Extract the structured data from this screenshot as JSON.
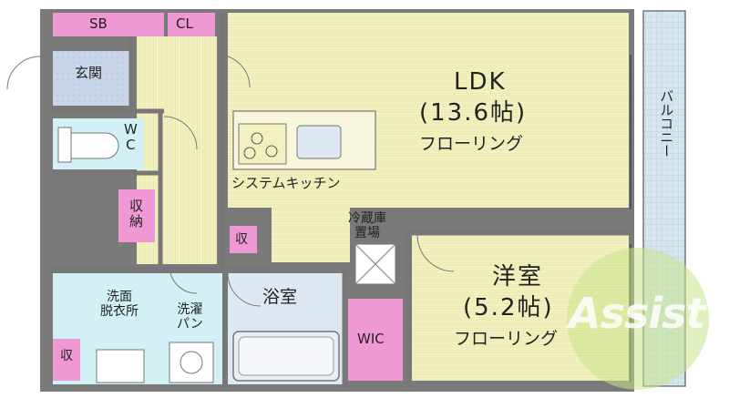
{
  "floorplan": {
    "rooms": {
      "ldk": {
        "name": "LDK",
        "size": "(13.6帖)",
        "floor": "フローリング"
      },
      "western": {
        "name": "洋室",
        "size": "(5.2帖)",
        "floor": "フローリング"
      },
      "bath": {
        "name": "浴室"
      },
      "washroom": {
        "name": "洗面\n脱衣所"
      },
      "toilet": {
        "name": "W\nC"
      },
      "entrance": {
        "name": "玄関"
      },
      "balcony": {
        "name": "バルコニー"
      }
    },
    "storage": {
      "sb": "SB",
      "cl": "CL",
      "hall_closet": "収\n納",
      "closet_small_1": "収",
      "closet_small_2": "収",
      "wic": "WIC"
    },
    "fixtures": {
      "kitchen": "システムキッチン",
      "fridge": "冷蔵庫\n置場",
      "washer": "洗濯\nパン"
    },
    "watermark": "Assist"
  },
  "colors": {
    "wall": "#6f6f6f",
    "floor_wood": "#f3f1bf",
    "floor_tile": "#dde8f2",
    "entrance_tile": "#c9d6ea",
    "wet_area": "#d2f0f6",
    "storage": "#ef99d4",
    "balcony": "#d6e6ef",
    "watermark": "#9ccc3c"
  }
}
